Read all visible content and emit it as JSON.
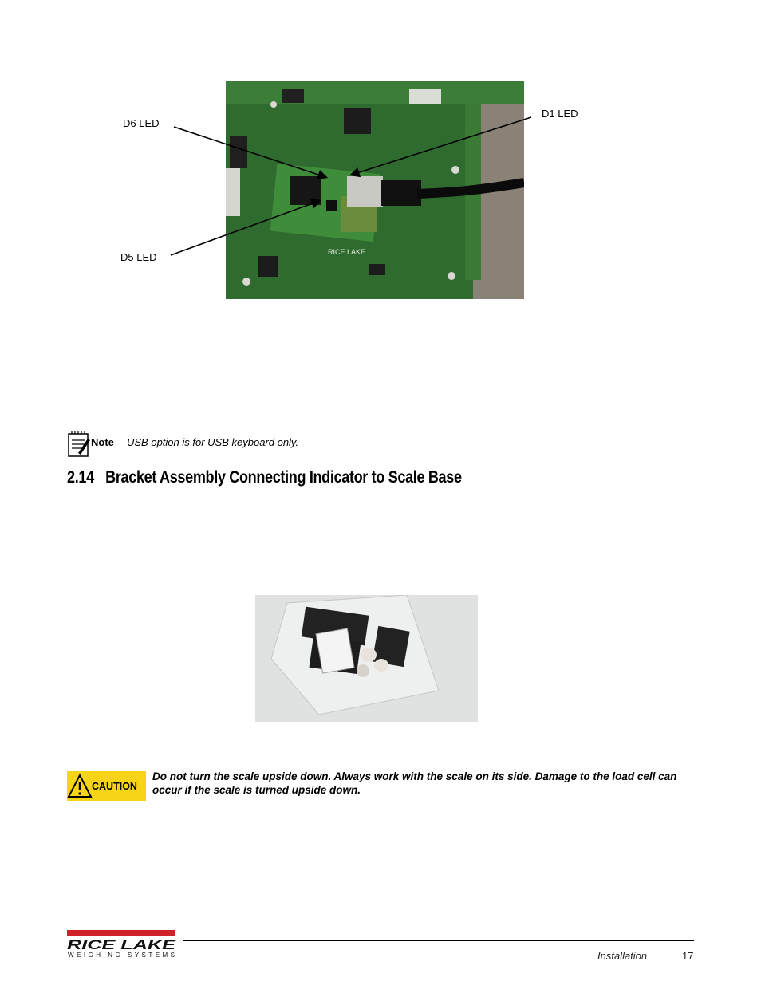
{
  "figure1": {
    "labels": {
      "d6": "D6 LED",
      "d1": "D1 LED",
      "d5": "D5 LED"
    },
    "board_text": "RICE LAKE"
  },
  "note": {
    "icon_label": "Note",
    "text": "USB option is for USB keyboard only."
  },
  "section": {
    "number": "2.14",
    "title": "Bracket Assembly Connecting Indicator to Scale Base"
  },
  "caution": {
    "badge_label": "CAUTION",
    "text": "Do not turn the scale upside down. Always work with the scale on its side. Damage to the load cell can occur if the scale is turned upside down."
  },
  "footer": {
    "logo_name": "RICE LAKE",
    "logo_tagline": "WEIGHING SYSTEMS",
    "section_name": "Installation",
    "page_number": "17"
  },
  "colors": {
    "pcb_green": "#2f6b2e",
    "caution_yellow": "#f7d417",
    "logo_red": "#d0202a"
  }
}
